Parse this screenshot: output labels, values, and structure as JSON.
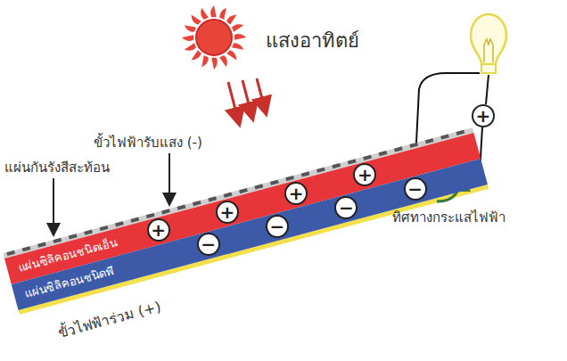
{
  "diagram": {
    "nodes": [
      {
        "text": [
          "แผ่นซิลิคอนชนิดเอ็น"
        ]
      },
      {
        "text": [
          "แผ่นซิลิคอนชนิดพี"
        ]
      },
      {
        "text": [
          "+"
        ]
      },
      {
        "text": [
          "−"
        ]
      },
      {
        "text": [
          "+"
        ]
      },
      {
        "text": [
          "−"
        ]
      },
      {
        "text": [
          "+"
        ]
      },
      {
        "text": [
          "−"
        ]
      },
      {
        "text": [
          "+"
        ]
      },
      {
        "text": [
          "−"
        ]
      },
      {
        "text": [
          "+"
        ]
      }
    ],
    "labels": [
      "แสงอาทิตย์",
      "ขั้วไฟฟ้ารับแสง (-)",
      "แผ่นกันรังสีสะท้อน",
      "ขั้วไฟฟ้าร่วม (+)",
      "ทิศทางกระแสไฟฟ้า"
    ]
  }
}
